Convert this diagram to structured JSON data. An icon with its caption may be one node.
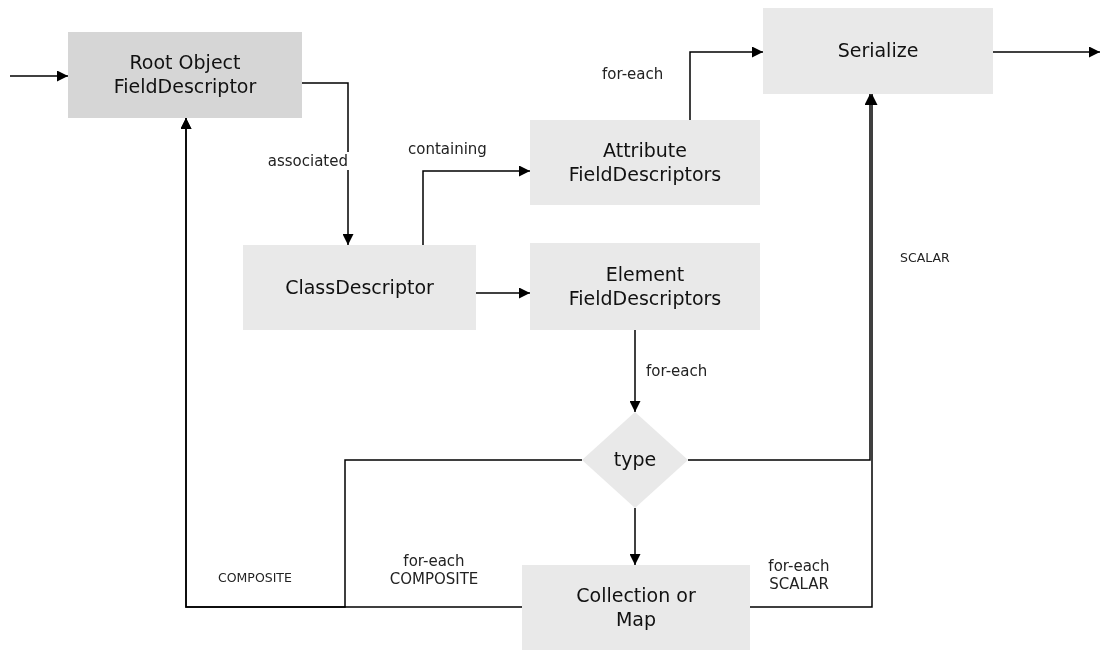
{
  "diagram": {
    "nodes": [
      {
        "text": [
          "Root Object FieldDescriptor"
        ]
      },
      {
        "text": [
          "Attribute FieldDescriptors"
        ]
      },
      {
        "text": [
          "Serialize"
        ]
      },
      {
        "text": [
          "ClassDescriptor"
        ]
      },
      {
        "text": [
          "Element FieldDescriptors"
        ]
      },
      {
        "text": [
          "type"
        ]
      },
      {
        "text": [
          "Collection or Map"
        ]
      }
    ],
    "edges": [
      {
        "from": null,
        "to": 0,
        "arrow": "to"
      },
      {
        "from": 0,
        "to": 3,
        "arrow": "to",
        "label": "associated"
      },
      {
        "from": 3,
        "to": 1,
        "arrow": "to",
        "label": "containing"
      },
      {
        "from": 1,
        "to": 2,
        "arrow": "to",
        "label": "for-each"
      },
      {
        "from": 2,
        "to": null,
        "arrow": "to"
      },
      {
        "from": 3,
        "to": 4,
        "arrow": "to"
      },
      {
        "from": 4,
        "to": 5,
        "arrow": "to",
        "label": "for-each"
      },
      {
        "from": 5,
        "to": 2,
        "arrow": "to",
        "label": "SCALAR"
      },
      {
        "from": 5,
        "to": 0,
        "arrow": "to",
        "label": "COMPOSITE"
      },
      {
        "from": 5,
        "to": 6,
        "arrow": "to"
      },
      {
        "from": 6,
        "to": 0,
        "arrow": "to",
        "label": "for-each COMPOSITE"
      },
      {
        "from": 6,
        "to": 2,
        "arrow": "to",
        "label": "for-each SCALAR"
      }
    ]
  }
}
